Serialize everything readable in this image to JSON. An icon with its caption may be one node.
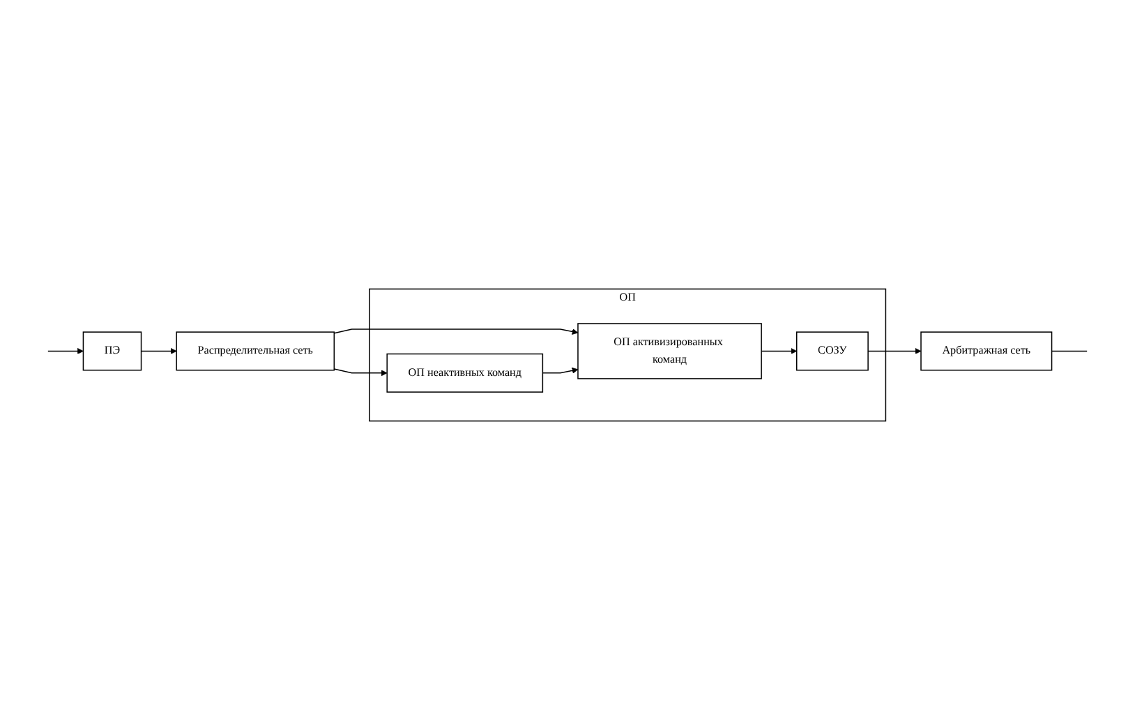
{
  "diagram": {
    "nodes": [
      {
        "text": [
          "ПЭ"
        ]
      },
      {
        "text": [
          "ОП"
        ]
      },
      {
        "text": [
          "СОЗУ"
        ],
        "in": 1
      },
      {
        "text": [
          "ОП активизированных команд"
        ],
        "in": 1
      },
      {
        "text": [
          "ОП неактивных команд"
        ],
        "in": 1
      },
      {
        "text": [
          "Распределительная сеть"
        ]
      },
      {
        "text": [
          "Арбитражная сеть"
        ]
      }
    ],
    "edges": [
      {
        "from": null,
        "to": 0,
        "arrow": "to"
      },
      {
        "from": 0,
        "to": 5,
        "arrow": "to"
      },
      {
        "from": 5,
        "to": 3,
        "arrow": "to"
      },
      {
        "from": 5,
        "to": 4,
        "arrow": "to"
      },
      {
        "from": 4,
        "to": 3,
        "arrow": "to"
      },
      {
        "from": 3,
        "to": 2,
        "arrow": "to"
      },
      {
        "from": 2,
        "to": 6,
        "arrow": "to"
      },
      {
        "from": 6,
        "to": null,
        "arrow": "none"
      }
    ]
  }
}
